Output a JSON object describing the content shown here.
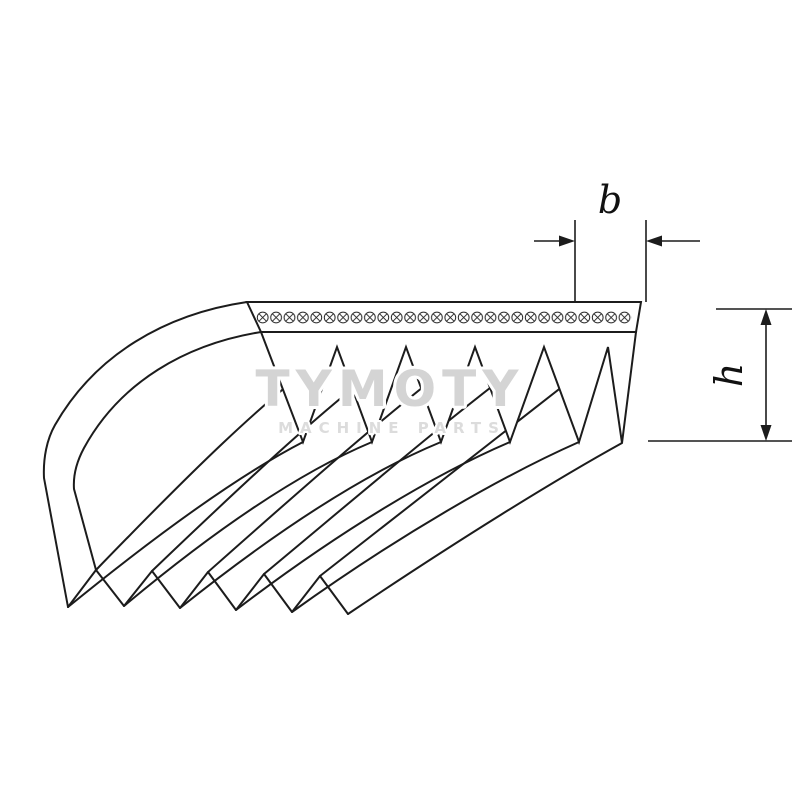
{
  "dimension_labels": {
    "belt_rib_width": "b",
    "belt_height": "h"
  },
  "watermark": {
    "title": "TYMOTY",
    "subtitle": "MACHINE PARTS",
    "title_color": "#d4d4d4",
    "subtitle_color": "#dcdcdc"
  },
  "colors": {
    "line": "#1c1c1c",
    "background": "#ffffff"
  }
}
